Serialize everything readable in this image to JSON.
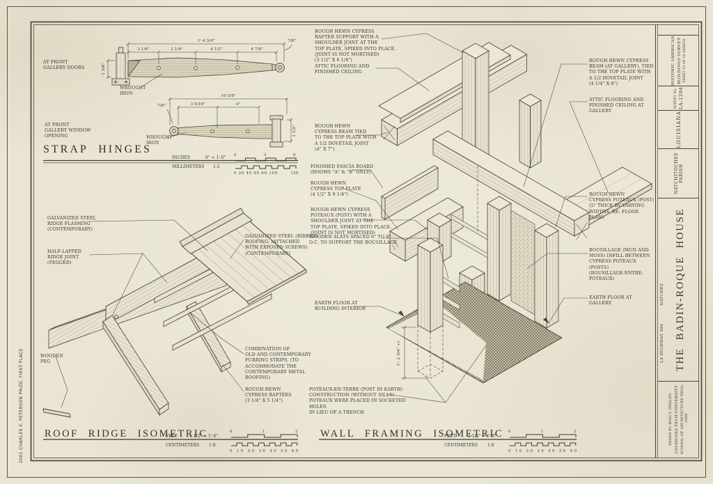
{
  "margin": {
    "award": "2001 CHARLES E. PETERSON PRIZE, FIRST PLACE"
  },
  "titleblock": {
    "org_line1": "HISTORIC AMERICAN",
    "org_line2": "BUILDINGS SURVEY",
    "sheet": "SHEET 10 OF 10 SHEETS",
    "survey_no_label": "SURVEY No.",
    "survey_no": "LA-1294",
    "state": "LOUISIANA",
    "county": "NATCHITOCHES PARISH",
    "title": "THE BADIN-ROQUE HOUSE",
    "town": "NATCHEZ",
    "address": "LA HIGHWAY 484",
    "drawn_by": "DRAWN BY: RYAN S. PHILLIPS",
    "school_line1": "LOUISIANA TECH UNIVERSITY",
    "school_line2": "SCHOOL OF ARCHITECTURE PROG. - 2000"
  },
  "strap_hinges": {
    "title": "STRAP HINGES",
    "label_doors": "AT FRONT\nGALLERY DOORS",
    "label_window": "AT FRONT\nGALLERY WINDOW\nOPENING",
    "wrought_iron_1": "WROUGHT\nIRON",
    "wrought_iron_2": "WROUGHT\nIRON",
    "hinge1_dims": {
      "overall": "1'-4 3/4\"",
      "seg1": "3 1/4\"",
      "seg2": "2 1/4\"",
      "seg3": "4 1/2\"",
      "seg4": "4 7/8\"",
      "end": "7/8\"",
      "height": "1 3/4\""
    },
    "hinge2_dims": {
      "overall": "10 5/8\"",
      "start": "7/8\"",
      "seg1": "3 9/16\"",
      "seg2": "4\"",
      "height": "1 1/2\""
    },
    "scale": {
      "inches_label": "INCHES",
      "inches_eq": "6\" = 1'-0\"",
      "mm_label": "MILLIMETERS",
      "mm_eq": "1:2",
      "in_ticks": [
        "0",
        "3",
        "6"
      ],
      "mm_ticks": "0  20  40  60  80  100",
      "mm_end": "150"
    }
  },
  "roof_ridge": {
    "title": "ROOF RIDGE ISOMETRIC",
    "notes": [
      "GALVANIZED STEEL\nRIDGE FLASHING\n(CONTEMPORARY)",
      "HALF-LAPPED\nRIDGE JOINT\n(PEGGED)",
      "WOODEN\nPEG",
      "GALVANIZED STEEL (RIBBED)\nROOFING, (ATTACHED\nWITH EXPOSED SCREWS)\n(CONTEMPORARY)",
      "COMBINATION OF\nOLD AND CONTEMPORARY\nFURRING STRIPS, (TO\nACCOMMODATE THE\nCONTEMPORARY METAL\nROOFING)",
      "ROUGH HEWN\nCYPRESS RAFTERS\n(3 1/4\" X 5 1/4\")"
    ],
    "scale": {
      "feet_label": "FEET",
      "feet_eq": "1 1/2\" = 1'-0\"",
      "cm_label": "CENTIMETERS",
      "cm_eq": "1:8",
      "feet_ticks": [
        "0",
        "1",
        "2"
      ],
      "cm_ticks": "0  10  20  30  40  50  60"
    }
  },
  "wall_framing": {
    "title": "WALL FRAMING ISOMETRIC",
    "notes_left": [
      "ROUGH HEWN CYPRESS\nRAFTER SUPPORT WITH A\nSHOULDER JOINT AT THE\nTOP PLATE, SPIKED INTO PLACE.\n(JOINT IS NOT MORTISED)\n(3 1/2\" X 6 1/4\")",
      "ATTIC FLOORING AND\nFINISHED CEILING",
      "ROUGH HEWN\nCYPRESS BEAM TIED\nTO THE TOP PLATE WITH\nA 1/2 DOVETAIL JOINT\n(4\" X 7\")",
      "FINISHED FASCIA BOARD\n(ROOMS \"A\" & \"B\" ONLY)",
      "ROUGH HEWN\nCYPRESS TOP PLATE\n(4 1/2\" X 9 1/4\")",
      "ROUGH HEWN CYPRESS\nPOTEAUX (POST) WITH A\nSHOULDER JOINT AT THE\nTOP PLATE, SPIKED INTO PLACE.\n(JOINT IS NOT MORTISED)",
      "WOODEN SLATS SPACED 6\" TO 9\"\nO.C. TO SUPPORT THE BOUSILLAGE",
      "EARTH FLOOR AT\nBUILDING INTERIOR",
      "POTEAUX-EN-TERRE (POST IN EARTH)\nCONSTRUCTION (WITHOUT SILLS)\nPOTEAUX WERE PLACED IN SOCKETED HOLES\nIN LIEU OF A TRENCH"
    ],
    "notes_right": [
      "ROUGH HEWN CYPRESS\nBEAM (AT GALLERY), TIED\nTO THE TOP PLATE WITH\nA 1/2 DOVETAIL JOINT\n(4 1/4\" X 6\")",
      "ATTIC FLOORING AND\nFINISHED CEILING AT GALLERY",
      "ROUGH HEWN\nCYPRESS POTEAUX (POST)\n(5\" THICK BY VARYING\nWIDTHS, RE: FLOOR PLAN)",
      "BOUSILLAGE (MUD AND\nMOSS) INFILL BETWEEN\nCYPRESS POTEAUX (POSTS)\n(BOUSILLAGE-ENTRE-POTEAUX)",
      "EARTH FLOOR AT\nGALLERY"
    ],
    "dim_depth": "1'- 2 3/4\" +/-",
    "scale": {
      "feet_label": "FEET",
      "feet_eq": "1 1/2\" = 1'-0\"",
      "cm_label": "CENTIMETERS",
      "cm_eq": "1:8",
      "feet_ticks": [
        "0",
        "1",
        "2"
      ],
      "cm_ticks": "0  10  20  30  40  50  60"
    }
  }
}
